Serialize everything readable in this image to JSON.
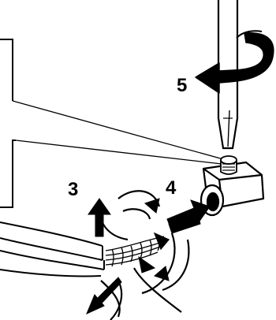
{
  "diagram": {
    "step_labels": {
      "twist": "3",
      "insert": "4",
      "tighten": "5"
    },
    "colors": {
      "ink": "#000000",
      "paper": "#ffffff"
    },
    "components": [
      "callout-bracket",
      "screwdriver",
      "rotation-arrow",
      "terminal-block",
      "set-screw",
      "insulated-wires",
      "stripped-conductor",
      "twist-arrows",
      "insert-arrow"
    ]
  }
}
